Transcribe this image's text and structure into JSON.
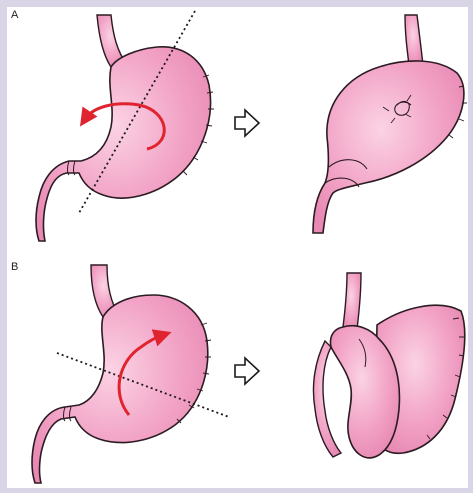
{
  "figure": {
    "panels": [
      {
        "id": "A",
        "label": "A"
      },
      {
        "id": "B",
        "label": "B"
      }
    ]
  },
  "colors": {
    "stomach_fill": "#f2a3c6",
    "stomach_highlight": "#fbd3e4",
    "outline": "#2b1b22",
    "rotation_arrow": "#e0242f",
    "axis_line": "#1a1a1a",
    "frame_background": "#d9d4e6",
    "panel_background": "#ffffff"
  },
  "icons": [
    "rotation-arrow-icon",
    "hollow-right-arrow-icon"
  ]
}
